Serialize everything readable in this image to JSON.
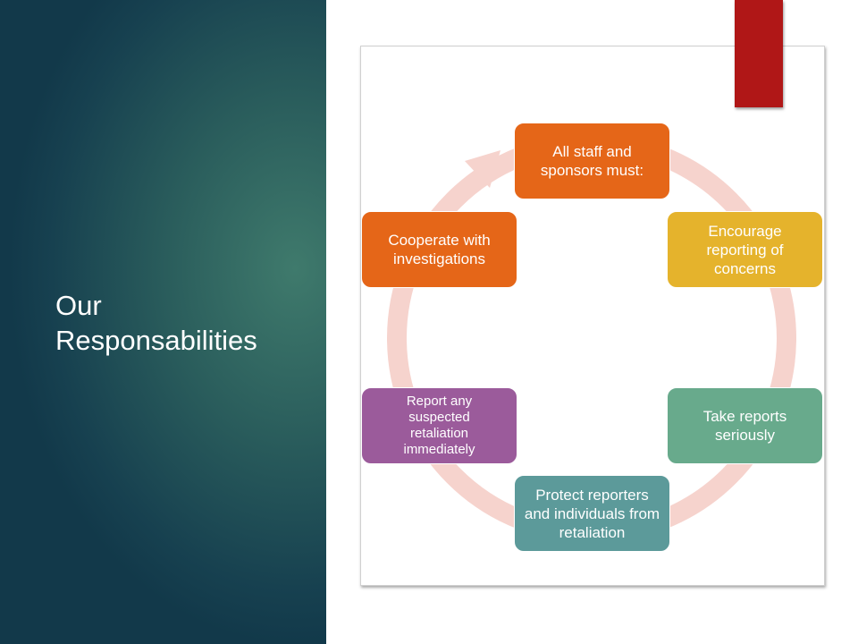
{
  "slide": {
    "title_line1": "Our",
    "title_line2": "Responsabilities"
  },
  "diagram": {
    "center": "All staff and sponsors must:",
    "steps": [
      {
        "label": "Encourage reporting of concerns",
        "color": "#e5b32c"
      },
      {
        "label": "Take reports seriously",
        "color": "#68aa8c"
      },
      {
        "label": "Protect reporters and individuals from retaliation",
        "color": "#5c9a9a"
      },
      {
        "label": "Report any suspected retaliation immediately",
        "color": "#9b5b9b"
      },
      {
        "label": "Cooperate with investigations",
        "color": "#e56618"
      }
    ],
    "center_color": "#e56618",
    "ring_color": "#f6d3cd",
    "accent": "#b01717"
  }
}
